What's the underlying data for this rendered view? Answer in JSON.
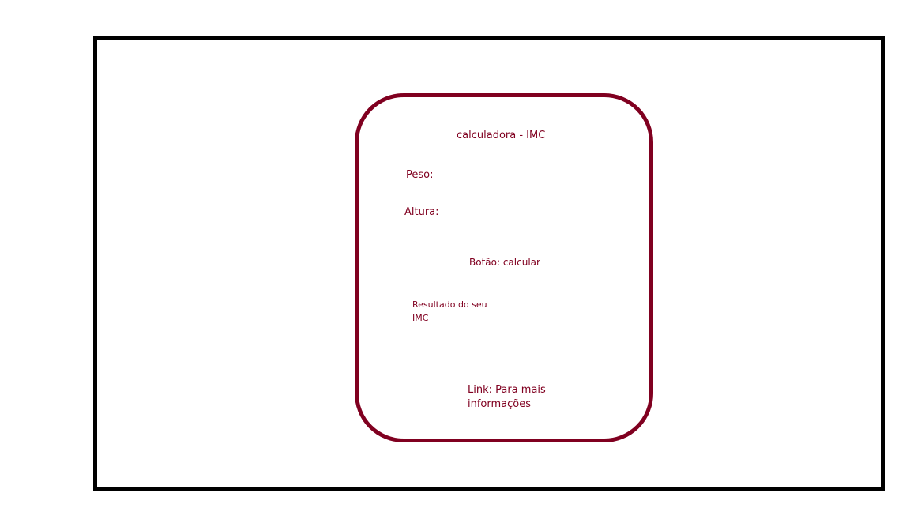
{
  "sketch": {
    "title": "calculadora - IMC",
    "weight_label": "Peso:",
    "height_label": "Altura:",
    "button_text": "Botão: calcular",
    "result_text_line1": "Resultado do seu",
    "result_text_line2": "IMC",
    "link_text_line1": "Link: Para mais",
    "link_text_line2": "informações"
  },
  "colors": {
    "frame": "#000000",
    "card": "#800020",
    "text": "#800020"
  }
}
